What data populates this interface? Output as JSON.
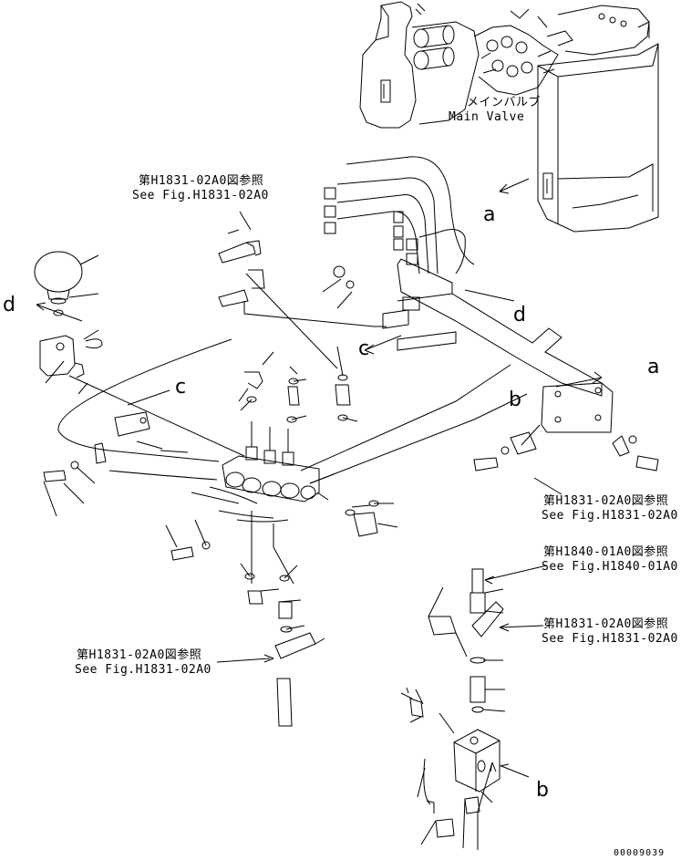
{
  "labels": {
    "main_valve_jp": "メインバルブ",
    "main_valve_en": "Main Valve",
    "ref1_jp": "第H1831-02A0図参照",
    "ref1_en": "See Fig.H1831-02A0",
    "ref2_jp": "第H1831-02A0図参照",
    "ref2_en": "See Fig.H1831-02A0",
    "ref3_jp": "第H1840-01A0図参照",
    "ref3_en": "See Fig.H1840-01A0",
    "ref4_jp": "第H1831-02A0図参照",
    "ref4_en": "See Fig.H1831-02A0",
    "ref5_jp": "第H1831-02A0図参照",
    "ref5_en": "See Fig.H1831-02A0"
  },
  "letters": {
    "a1": "a",
    "a2": "a",
    "b1": "b",
    "b2": "b",
    "c1": "c",
    "c2": "c",
    "d1": "d",
    "d2": "d"
  },
  "drawing_code": "00009039"
}
